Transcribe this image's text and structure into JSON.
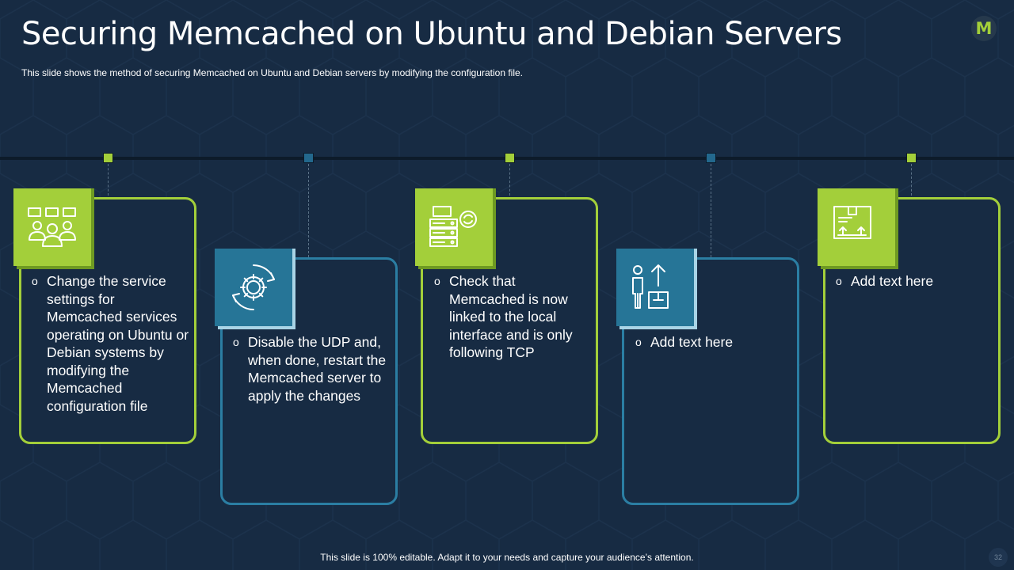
{
  "slide": {
    "title": "Securing Memcached on Ubuntu and Debian Servers",
    "subtitle": "This slide shows the method of securing Memcached on Ubuntu and Debian servers  by modifying the configuration file.",
    "logo_letter": "M",
    "footer": "This slide is 100% editable. Adapt it to your needs and capture your audience’s attention.",
    "page_number": "32"
  },
  "colors": {
    "background": "#172b43",
    "accent_green": "#a3cf3a",
    "accent_blue": "#267597",
    "text": "#ffffff"
  },
  "steps": [
    {
      "color": "green",
      "icon": "team-meeting-icon",
      "bullet": "o",
      "text": "Change the service settings for Memcached services operating on Ubuntu or Debian systems by modifying the Memcached configuration file"
    },
    {
      "color": "blue",
      "icon": "gear-refresh-icon",
      "bullet": "o",
      "text": "Disable the UDP and, when done, restart the Memcached server to apply the changes"
    },
    {
      "color": "green",
      "icon": "server-sync-icon",
      "bullet": "o",
      "text": "Check that Memcached is now linked to the local interface and is only following TCP"
    },
    {
      "color": "blue",
      "icon": "person-box-upload-icon",
      "bullet": "o",
      "text": "Add text here"
    },
    {
      "color": "green",
      "icon": "package-box-icon",
      "bullet": "o",
      "text": "Add text here"
    }
  ]
}
